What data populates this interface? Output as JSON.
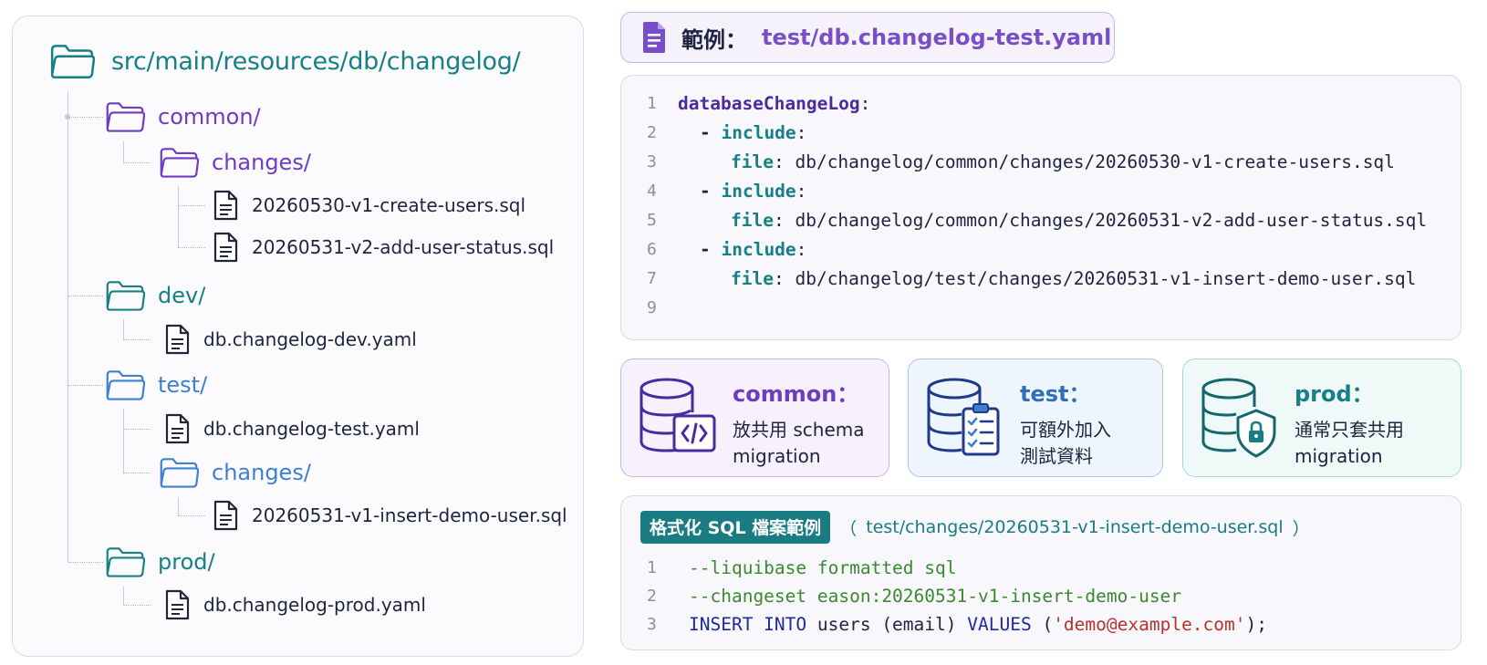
{
  "tree": {
    "root_label": "src/main/resources/db/changelog/",
    "common": {
      "label": "common/",
      "changes_label": "changes/",
      "files": [
        "20260530-v1-create-users.sql",
        "20260531-v2-add-user-status.sql"
      ]
    },
    "dev": {
      "label": "dev/",
      "file": "db.changelog-dev.yaml"
    },
    "test": {
      "label": "test/",
      "file": "db.changelog-test.yaml",
      "changes_label": "changes/",
      "changes_file": "20260531-v1-insert-demo-user.sql"
    },
    "prod": {
      "label": "prod/",
      "file": "db.changelog-prod.yaml"
    }
  },
  "example": {
    "label": "範例：",
    "path": "test/db.changelog-test.yaml"
  },
  "yaml_code": {
    "line_numbers": [
      "1",
      "2",
      "3",
      "4",
      "5",
      "6",
      "7",
      "9"
    ],
    "root_key": "databaseChangeLog",
    "colon": ":",
    "dash": "- ",
    "include_key": "include",
    "file_key": "file",
    "file_values": [
      "db/changelog/common/changes/20260530-v1-create-users.sql",
      "db/changelog/common/changes/20260531-v2-add-user-status.sql",
      "db/changelog/test/changes/20260531-v1-insert-demo-user.sql"
    ]
  },
  "cards": {
    "common": {
      "title": "common：",
      "body": "放共用 schema\nmigration",
      "icon": "database-code-icon"
    },
    "test": {
      "title": "test：",
      "body": "可額外加入\n測試資料",
      "icon": "database-checklist-icon"
    },
    "prod": {
      "title": "prod：",
      "body": "通常只套共用\nmigration",
      "icon": "database-shield-icon"
    }
  },
  "sql_example": {
    "badge": "格式化 SQL 檔案範例",
    "paren_open": "（",
    "path": "test/changes/20260531-v1-insert-demo-user.sql",
    "paren_close": "）",
    "line_numbers": [
      "1",
      "2",
      "3"
    ],
    "line1": "--liquibase formatted sql",
    "line2": "--changeset eason:20260531-v1-insert-demo-user",
    "line3": {
      "kw_insert": "INSERT INTO",
      "table": " users (email) ",
      "kw_values": "VALUES",
      "open": " (",
      "value": "'demo@example.com'",
      "close": ");"
    }
  },
  "colors": {
    "purple": "#6e3bc1",
    "teal": "#177f86",
    "blue": "#3e7fcf",
    "sql_green": "#3a8a2d",
    "sql_keyword": "#1e2a9c",
    "sql_string": "#b8322a"
  }
}
